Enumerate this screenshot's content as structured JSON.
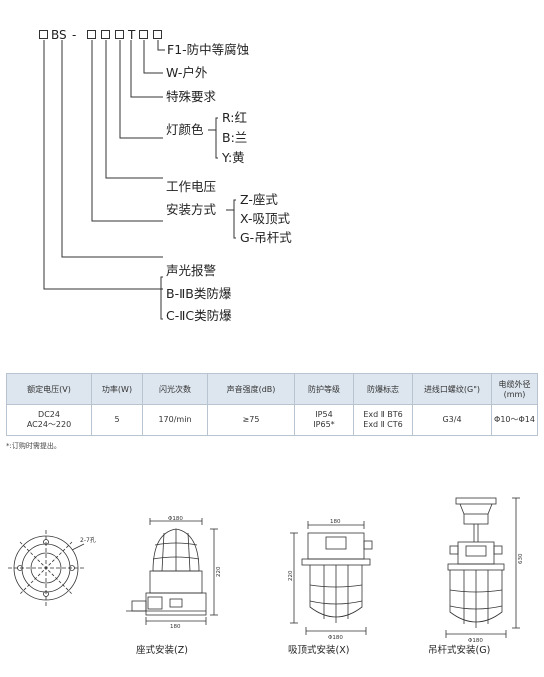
{
  "model_code": {
    "prefix": "BS",
    "dash": "-",
    "t_char": "T",
    "f1": "F1-防中等腐蚀",
    "w": "W-户外",
    "special": "特殊要求",
    "lamp_color": "灯颜色",
    "color_r": "R:红",
    "color_b": "B:兰",
    "color_y": "Y:黄",
    "voltage": "工作电压",
    "mounting": "安装方式",
    "mount_z": "Z-座式",
    "mount_x": "X-吸顶式",
    "mount_g": "G-吊杆式",
    "alarm": "声光报警",
    "class_b": "B-ⅡB类防爆",
    "class_c": "C-ⅡC类防爆"
  },
  "spec_table": {
    "headers": [
      "额定电压(V)",
      "功率(W)",
      "闪光次数",
      "声音强度(dB)",
      "防护等级",
      "防爆标志",
      "进线口螺纹(G\")",
      "电缆外径(mm)"
    ],
    "row": {
      "voltage_1": "DC24",
      "voltage_2": "AC24～220",
      "power": "5",
      "flash": "170/min",
      "sound": "≥75",
      "ip_1": "IP54",
      "ip_2": "IP65*",
      "ex_1": "Exd Ⅱ BT6",
      "ex_2": "Exd Ⅱ CT6",
      "thread": "G3/4",
      "cable": "Φ10～Φ14"
    }
  },
  "note": "*:订购时需提出。",
  "drawings": {
    "plan_hole": "2-7孔",
    "seat_dim_top": "Φ180",
    "seat_dim_height": "220",
    "seat_dim_base": "180",
    "ceil_dim_top": "180",
    "ceil_dim_height": "220",
    "ceil_dim_bottom": "Φ180",
    "pend_dim_height": "630",
    "pend_dim_bottom": "Φ180",
    "caption_seat": "座式安装(Z)",
    "caption_ceiling": "吸顶式安装(X)",
    "caption_pendant": "吊杆式安装(G)"
  }
}
